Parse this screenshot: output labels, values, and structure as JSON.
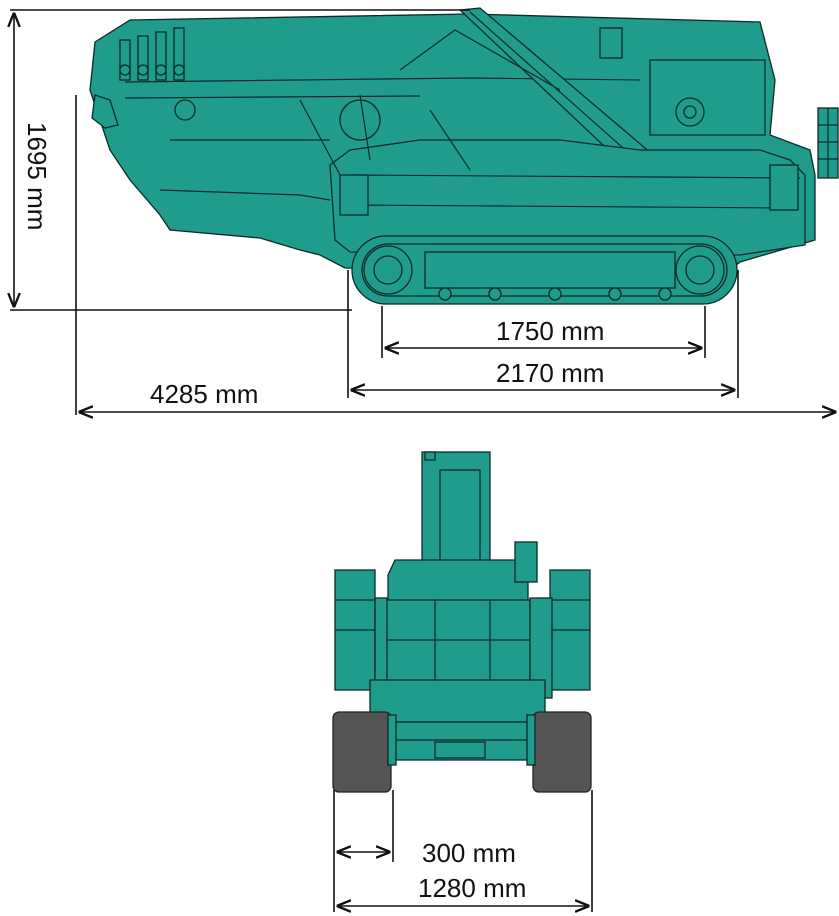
{
  "colors": {
    "body": "#1f9c8b",
    "outline": "#0d2a28",
    "track": "#555555",
    "dimension": "#111111",
    "background": "#ffffff"
  },
  "side_view": {
    "height_label": "1695 mm",
    "length_label": "4285 mm",
    "track_length_label": "2170 mm",
    "wheelbase_label": "1750 mm"
  },
  "front_view": {
    "track_width_label": "300 mm",
    "overall_width_label": "1280 mm"
  }
}
